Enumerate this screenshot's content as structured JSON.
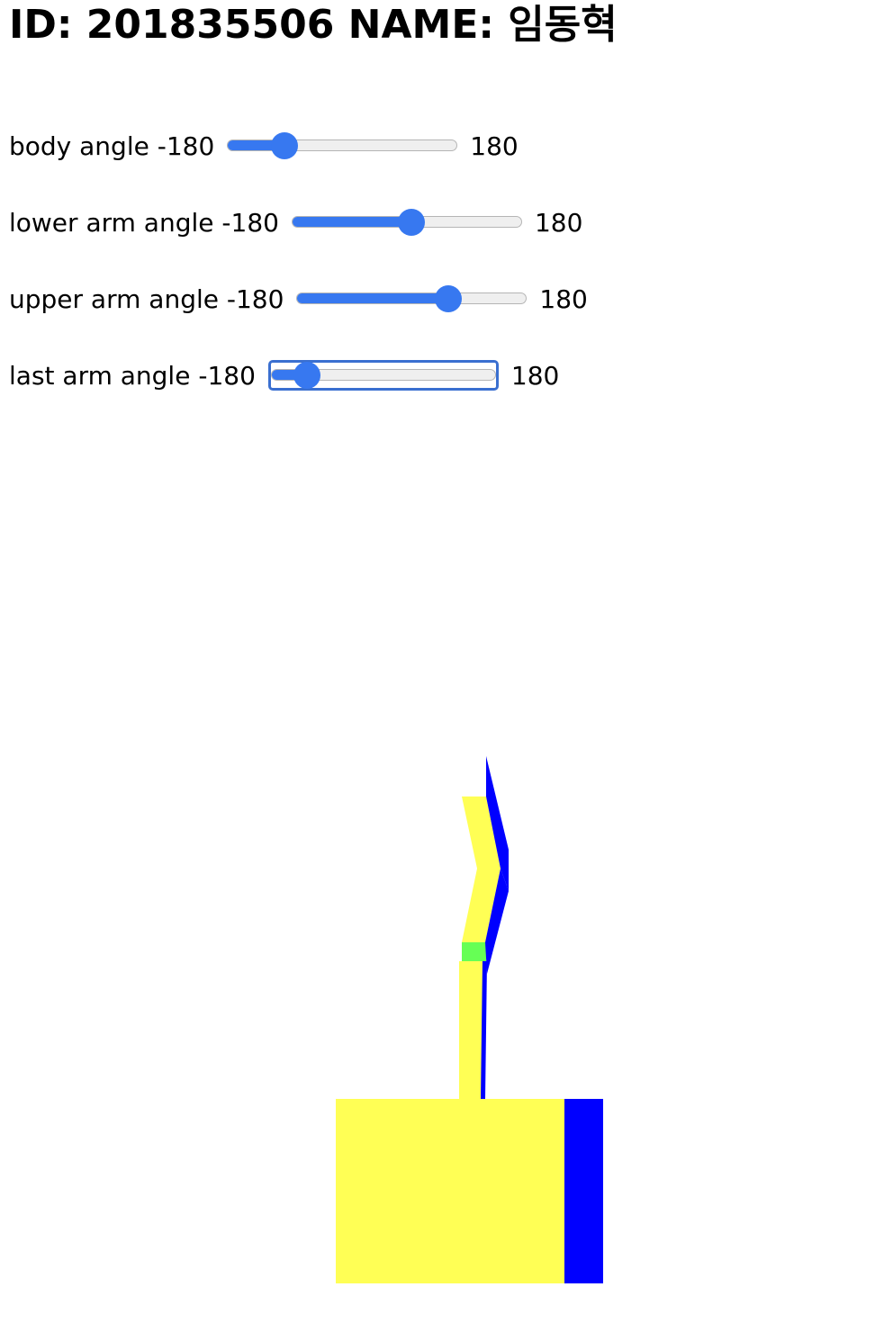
{
  "header": {
    "title": "ID: 201835506 NAME: 임동혁"
  },
  "sliders": [
    {
      "label": "body angle",
      "min_label": "-180",
      "max_label": "180",
      "fraction": 0.25,
      "focused": false
    },
    {
      "label": "lower arm angle",
      "min_label": "-180",
      "max_label": "180",
      "fraction": 0.52,
      "focused": false
    },
    {
      "label": "upper arm angle",
      "min_label": "-180",
      "max_label": "180",
      "fraction": 0.66,
      "focused": false
    },
    {
      "label": "last arm angle",
      "min_label": "-180",
      "max_label": "180",
      "fraction": 0.16,
      "focused": true
    }
  ],
  "colors": {
    "slider_accent": "#3778f0",
    "slider_track": "#efefef",
    "focus_ring": "#3a6fd0",
    "robot_body": "#ffff55",
    "robot_side": "#0000ff",
    "robot_joint": "#66ff55"
  }
}
